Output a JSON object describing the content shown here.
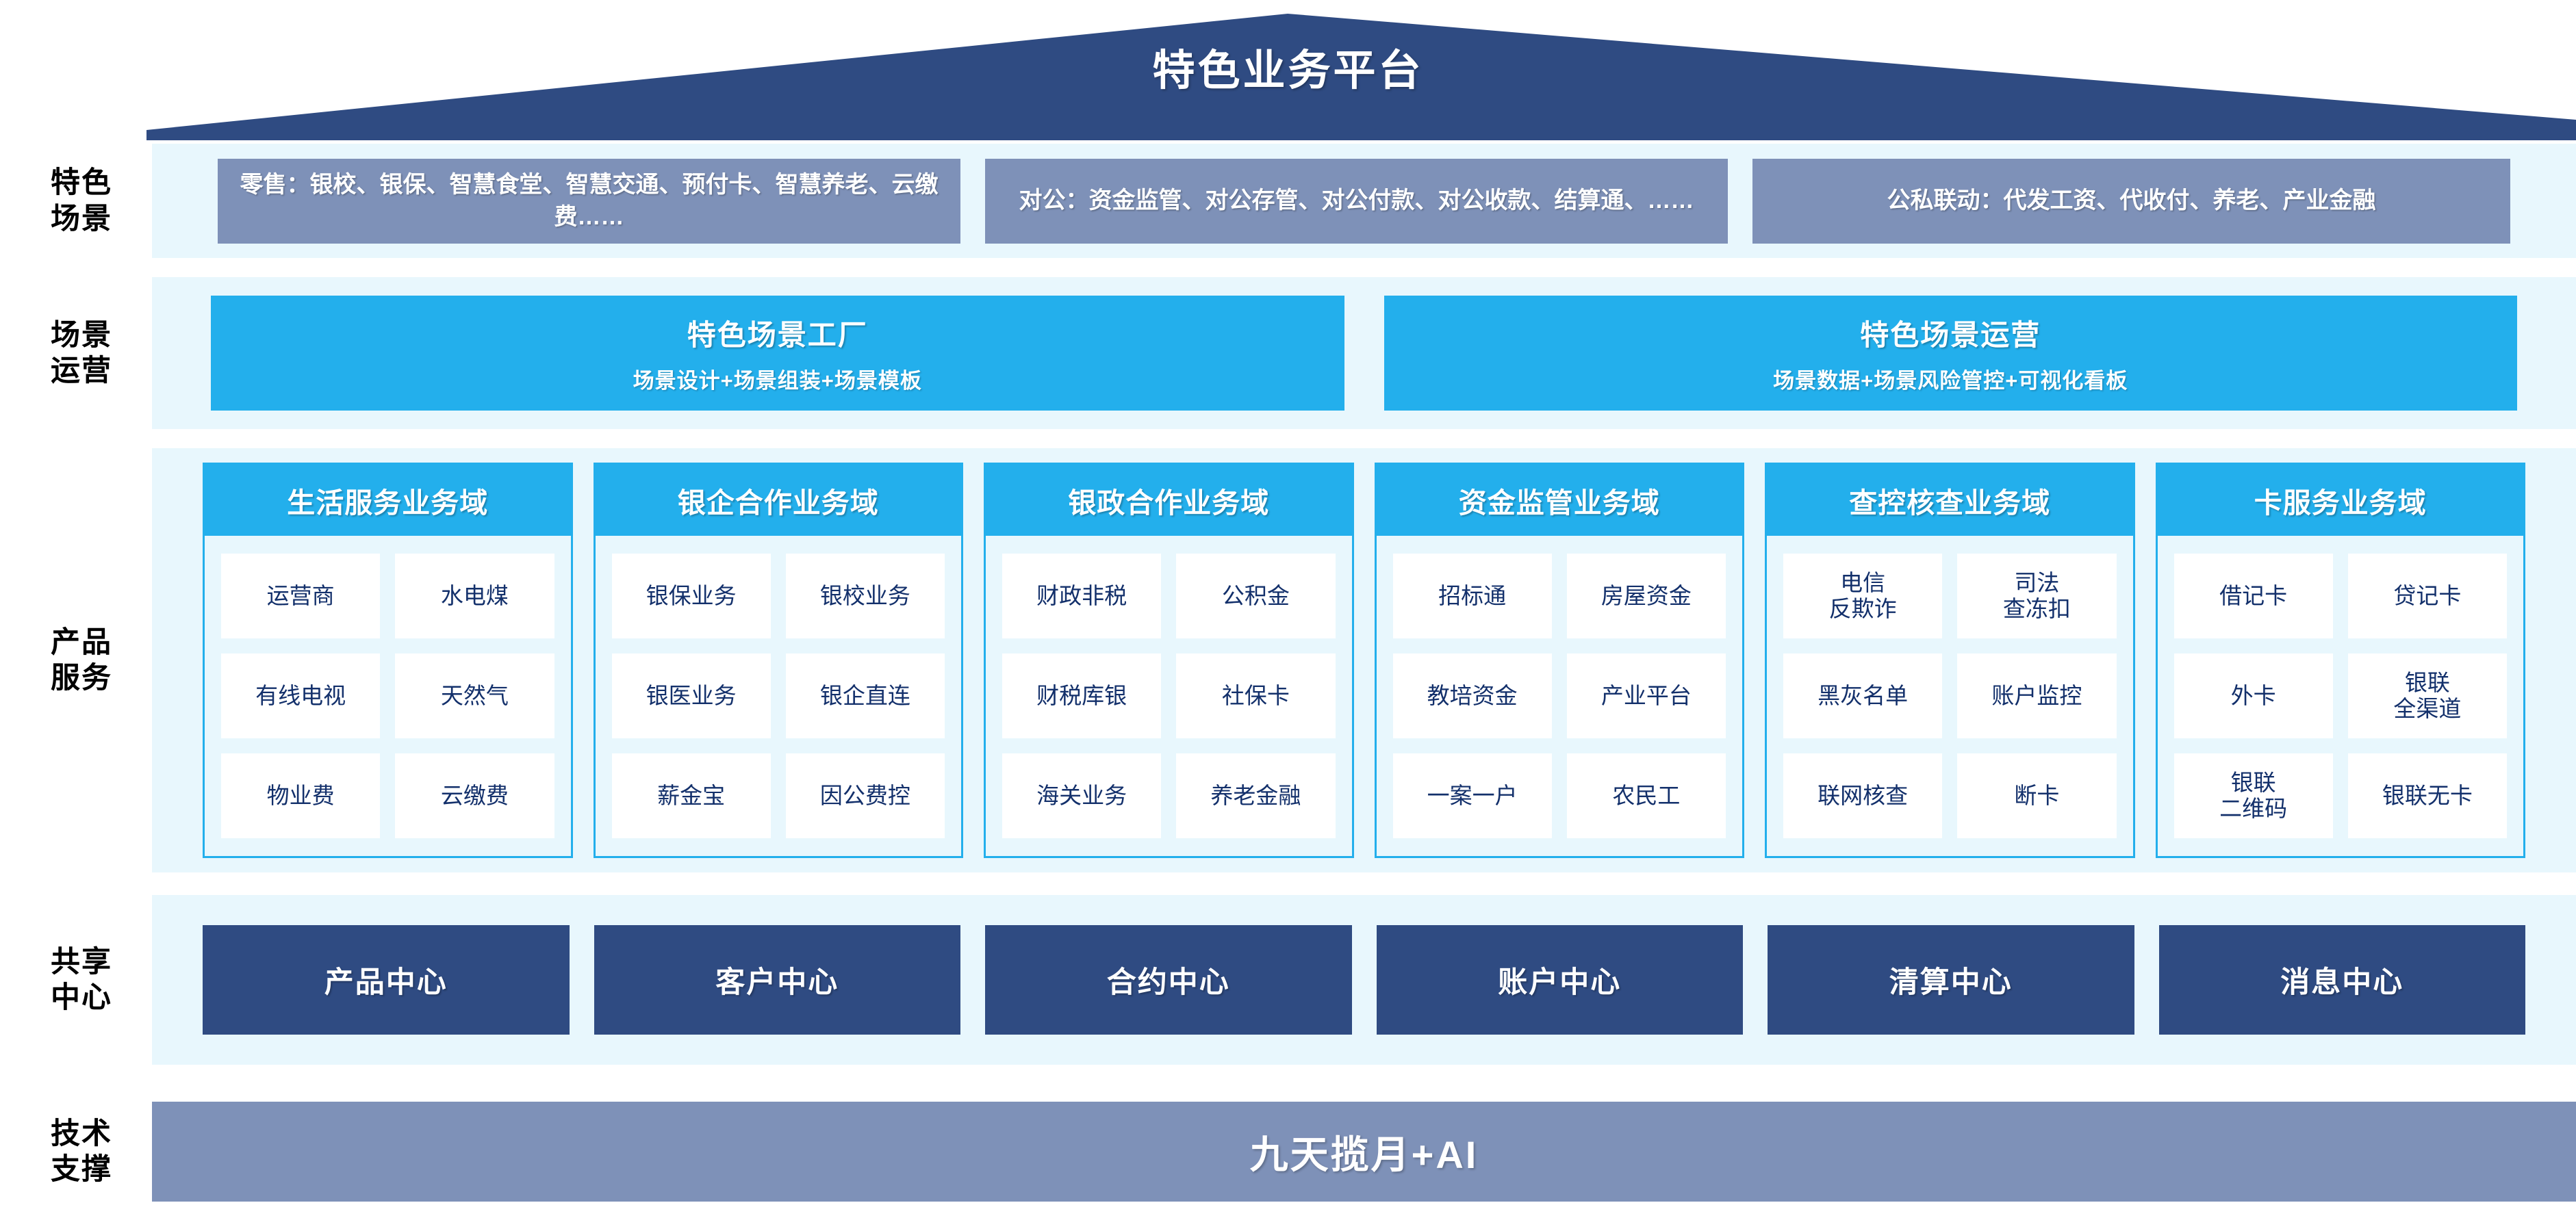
{
  "header": {
    "title": "特色业务平台"
  },
  "side_labels": {
    "scenarios": "特色\n场景",
    "operations": "场景\n运营",
    "products": "产品\n服务",
    "shared": "共享\n中心",
    "tech": "技术\n支撑"
  },
  "scenarios": {
    "boxes": [
      {
        "name": "retail",
        "text": "零售：银校、银保、智慧食堂、智慧交通、预付卡、智慧养老、云缴费……"
      },
      {
        "name": "corporate",
        "text": "对公：资金监管、对公存管、对公付款、对公收款、结算通、……"
      },
      {
        "name": "public-private",
        "text": "公私联动：代发工资、代收付、养老、产业金融"
      }
    ]
  },
  "operations": {
    "boxes": [
      {
        "name": "scenario-factory",
        "title": "特色场景工厂",
        "subtitle": "场景设计+场景组装+场景模板"
      },
      {
        "name": "scenario-operation",
        "title": "特色场景运营",
        "subtitle": "场景数据+场景风险管控+可视化看板"
      }
    ]
  },
  "products": {
    "domains": [
      {
        "name": "life-service",
        "title": "生活服务业务域",
        "items": [
          "运营商",
          "水电煤",
          "有线电视",
          "天然气",
          "物业费",
          "云缴费"
        ]
      },
      {
        "name": "bank-enterprise",
        "title": "银企合作业务域",
        "items": [
          "银保业务",
          "银校业务",
          "银医业务",
          "银企直连",
          "薪金宝",
          "因公费控"
        ]
      },
      {
        "name": "bank-government",
        "title": "银政合作业务域",
        "items": [
          "财政非税",
          "公积金",
          "财税库银",
          "社保卡",
          "海关业务",
          "养老金融"
        ]
      },
      {
        "name": "fund-supervision",
        "title": "资金监管业务域",
        "items": [
          "招标通",
          "房屋资金",
          "教培资金",
          "产业平台",
          "一案一户",
          "农民工"
        ]
      },
      {
        "name": "investigation-control",
        "title": "查控核查业务域",
        "items": [
          "电信\n反欺诈",
          "司法\n查冻扣",
          "黑灰名单",
          "账户监控",
          "联网核查",
          "断卡"
        ]
      },
      {
        "name": "card-service",
        "title": "卡服务业务域",
        "items": [
          "借记卡",
          "贷记卡",
          "外卡",
          "银联\n全渠道",
          "银联\n二维码",
          "银联无卡"
        ]
      }
    ]
  },
  "shared_centers": {
    "boxes": [
      {
        "name": "product-center",
        "label": "产品中心"
      },
      {
        "name": "customer-center",
        "label": "客户中心"
      },
      {
        "name": "contract-center",
        "label": "合约中心"
      },
      {
        "name": "account-center",
        "label": "账户中心"
      },
      {
        "name": "settlement-center",
        "label": "清算中心"
      },
      {
        "name": "message-center",
        "label": "消息中心"
      }
    ]
  },
  "tech_support": {
    "label": "九天揽月+AI"
  },
  "colors": {
    "roof_navy": "#2f4b82",
    "scenario_slate": "#7e91b8",
    "cyan": "#23afec",
    "band_bg": "#e8f7fd",
    "deep_navy": "#2f4b82",
    "cell_text": "#13306b"
  }
}
